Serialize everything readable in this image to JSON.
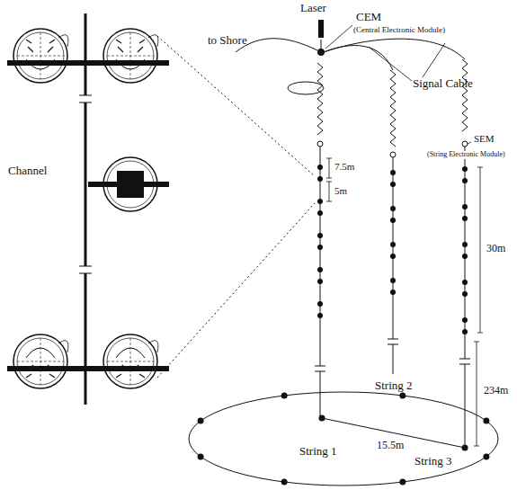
{
  "diagram": {
    "labels": [
      "Laser",
      "to Shore",
      "CEM",
      "(Central Electronic Module)",
      "Signal Cable",
      "SEM",
      "(String Electronic Module)",
      "Channel",
      "7.5m",
      "5m",
      "30m",
      "234m",
      "String 2",
      "String 1",
      "15.5m",
      "String 3"
    ]
  }
}
